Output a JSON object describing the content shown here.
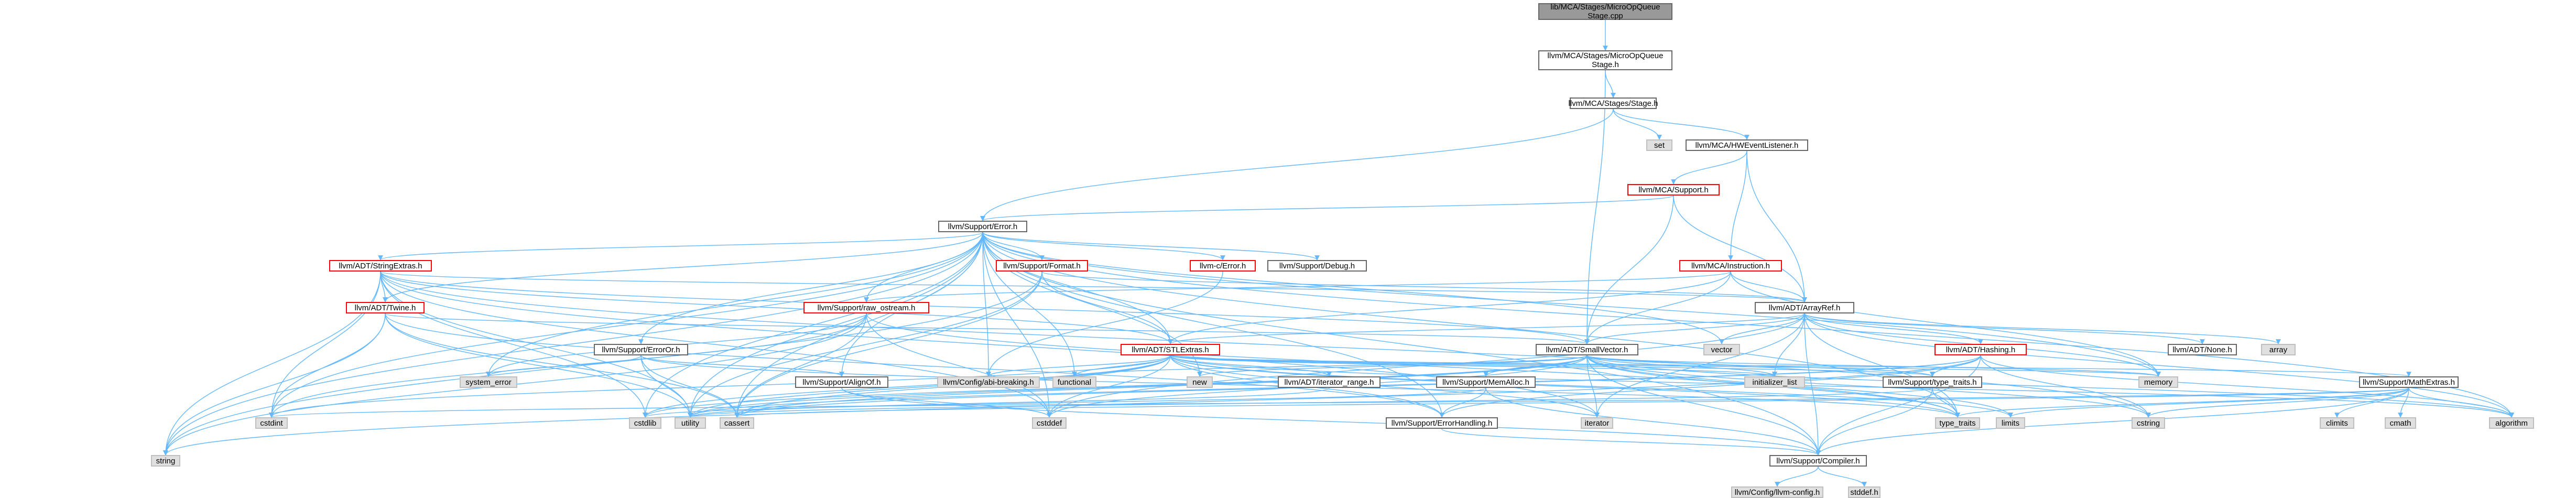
{
  "colors": {
    "edge": "#63b8ff",
    "node_border": "#666666",
    "red_border": "#ff0000",
    "sys_fill": "#e0e0e0",
    "root_fill": "#999999"
  },
  "nodes": [
    {
      "id": "root",
      "kind": "root",
      "lines": [
        "lib/MCA/Stages/MicroOpQueue",
        "Stage.cpp"
      ]
    },
    {
      "id": "moqs",
      "kind": "normal",
      "lines": [
        "llvm/MCA/Stages/MicroOpQueue",
        "Stage.h"
      ]
    },
    {
      "id": "stage",
      "kind": "normal",
      "lines": [
        "llvm/MCA/Stages/Stage.h"
      ]
    },
    {
      "id": "set",
      "kind": "sys",
      "lines": [
        "set"
      ]
    },
    {
      "id": "hwel",
      "kind": "normal",
      "lines": [
        "llvm/MCA/HWEventListener.h"
      ]
    },
    {
      "id": "mcasup",
      "kind": "red",
      "lines": [
        "llvm/MCA/Support.h"
      ]
    },
    {
      "id": "error",
      "kind": "normal",
      "lines": [
        "llvm/Support/Error.h"
      ]
    },
    {
      "id": "strext",
      "kind": "red",
      "lines": [
        "llvm/ADT/StringExtras.h"
      ]
    },
    {
      "id": "fmt",
      "kind": "red",
      "lines": [
        "llvm/Support/Format.h"
      ]
    },
    {
      "id": "cerr",
      "kind": "red",
      "lines": [
        "llvm-c/Error.h"
      ]
    },
    {
      "id": "dbg",
      "kind": "normal",
      "lines": [
        "llvm/Support/Debug.h"
      ]
    },
    {
      "id": "instr",
      "kind": "red",
      "lines": [
        "llvm/MCA/Instruction.h"
      ]
    },
    {
      "id": "twine",
      "kind": "red",
      "lines": [
        "llvm/ADT/Twine.h"
      ]
    },
    {
      "id": "rawos",
      "kind": "red",
      "lines": [
        "llvm/Support/raw_ostream.h"
      ]
    },
    {
      "id": "arrref",
      "kind": "normal",
      "lines": [
        "llvm/ADT/ArrayRef.h"
      ]
    },
    {
      "id": "errno",
      "kind": "normal",
      "lines": [
        "llvm/Support/ErrorOr.h"
      ]
    },
    {
      "id": "smallvec",
      "kind": "normal",
      "lines": [
        "llvm/ADT/SmallVector.h"
      ]
    },
    {
      "id": "vector",
      "kind": "sys",
      "lines": [
        "vector"
      ]
    },
    {
      "id": "hashing",
      "kind": "red",
      "lines": [
        "llvm/ADT/Hashing.h"
      ]
    },
    {
      "id": "none",
      "kind": "normal",
      "lines": [
        "llvm/ADT/None.h"
      ]
    },
    {
      "id": "array",
      "kind": "sys",
      "lines": [
        "array"
      ]
    },
    {
      "id": "stlext",
      "kind": "red",
      "lines": [
        "llvm/ADT/STLExtras.h"
      ]
    },
    {
      "id": "syserr",
      "kind": "sys",
      "lines": [
        "system_error"
      ]
    },
    {
      "id": "aligncf",
      "kind": "normal",
      "lines": [
        "llvm/Support/AlignOf.h"
      ]
    },
    {
      "id": "cfgbrk",
      "kind": "sys",
      "lines": [
        "llvm/Config/abi-breaking.h"
      ]
    },
    {
      "id": "functional",
      "kind": "sys",
      "lines": [
        "functional"
      ]
    },
    {
      "id": "new",
      "kind": "sys",
      "lines": [
        "new"
      ]
    },
    {
      "id": "iterrange",
      "kind": "normal",
      "lines": [
        "llvm/ADT/iterator_range.h"
      ]
    },
    {
      "id": "memalloc",
      "kind": "normal",
      "lines": [
        "llvm/Support/MemAlloc.h"
      ]
    },
    {
      "id": "initlist",
      "kind": "sys",
      "lines": [
        "initializer_list"
      ]
    },
    {
      "id": "typetraits_s",
      "kind": "normal",
      "lines": [
        "llvm/Support/type_traits.h"
      ]
    },
    {
      "id": "memory",
      "kind": "sys",
      "lines": [
        "memory"
      ]
    },
    {
      "id": "cstring",
      "kind": "sys",
      "lines": [
        "cstring"
      ]
    },
    {
      "id": "mathext",
      "kind": "normal",
      "lines": [
        "llvm/Support/MathExtras.h"
      ]
    },
    {
      "id": "algorithm",
      "kind": "sys",
      "lines": [
        "algorithm"
      ]
    },
    {
      "id": "cstdint",
      "kind": "sys",
      "lines": [
        "cstdint"
      ]
    },
    {
      "id": "cstdlib",
      "kind": "sys",
      "lines": [
        "cstdlib"
      ]
    },
    {
      "id": "utility",
      "kind": "sys",
      "lines": [
        "utility"
      ]
    },
    {
      "id": "cassert",
      "kind": "sys",
      "lines": [
        "cassert"
      ]
    },
    {
      "id": "cstddef",
      "kind": "sys",
      "lines": [
        "cstddef"
      ]
    },
    {
      "id": "errhand",
      "kind": "normal",
      "lines": [
        "llvm/Support/ErrorHandling.h"
      ]
    },
    {
      "id": "iterator",
      "kind": "sys",
      "lines": [
        "iterator"
      ]
    },
    {
      "id": "typetraits",
      "kind": "sys",
      "lines": [
        "type_traits"
      ]
    },
    {
      "id": "limits",
      "kind": "sys",
      "lines": [
        "limits"
      ]
    },
    {
      "id": "climits",
      "kind": "sys",
      "lines": [
        "climits"
      ]
    },
    {
      "id": "cmath",
      "kind": "sys",
      "lines": [
        "cmath"
      ]
    },
    {
      "id": "string",
      "kind": "sys",
      "lines": [
        "string"
      ]
    },
    {
      "id": "compiler",
      "kind": "normal",
      "lines": [
        "llvm/Support/Compiler.h"
      ]
    },
    {
      "id": "llvmcfg",
      "kind": "sys",
      "lines": [
        "llvm/Config/llvm-config.h"
      ]
    },
    {
      "id": "stddef",
      "kind": "sys",
      "lines": [
        "stddef.h"
      ]
    }
  ]
}
